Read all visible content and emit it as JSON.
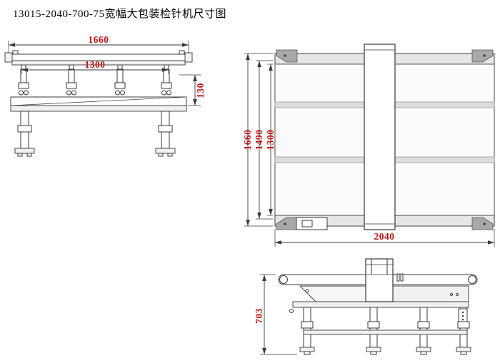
{
  "title": "13015-2040-700-75宽幅大包装检针机尺寸图",
  "colors": {
    "dim_text": "#c11212",
    "line": "#3a3a3a"
  },
  "front_view": {
    "width_outer": "1660",
    "width_inner": "1300",
    "height_head": "130"
  },
  "top_view": {
    "depth_outer": "1660",
    "depth_mid": "1490",
    "depth_inner": "1300",
    "length_bottom": "2040"
  },
  "side_view": {
    "height": "703"
  }
}
